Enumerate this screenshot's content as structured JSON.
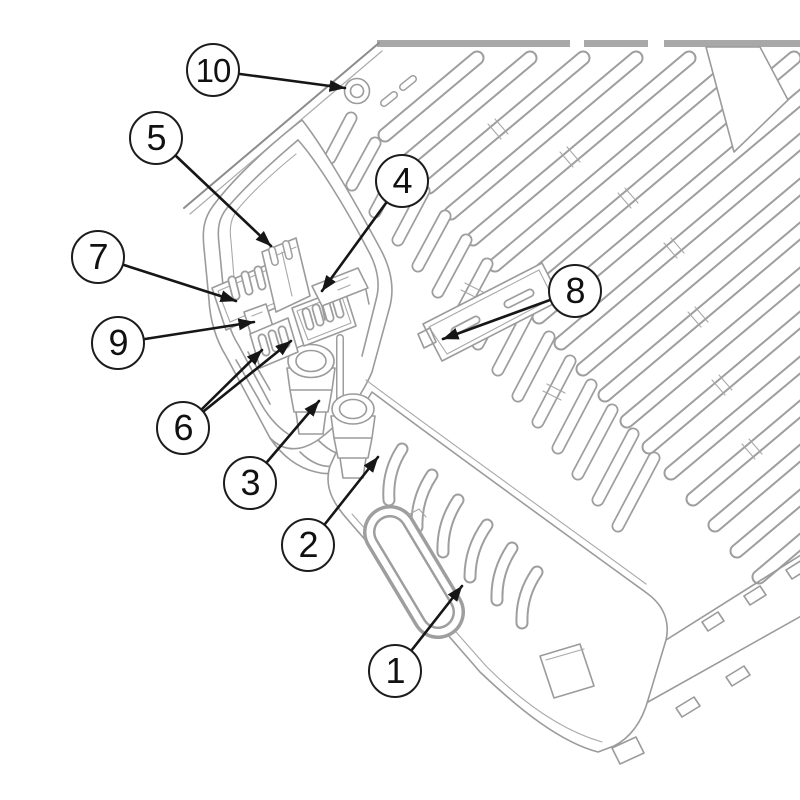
{
  "figure": {
    "type": "numbered-parts-callout-diagram",
    "subject": "isometric line drawing of finned electronic unit with connectors and cable glands",
    "callouts": [
      {
        "label": "1"
      },
      {
        "label": "2"
      },
      {
        "label": "3"
      },
      {
        "label": "4"
      },
      {
        "label": "5"
      },
      {
        "label": "6"
      },
      {
        "label": "7"
      },
      {
        "label": "8"
      },
      {
        "label": "9"
      },
      {
        "label": "10"
      }
    ]
  },
  "colors": {
    "background": "#ffffff",
    "line_art": "#9b9b9b",
    "top_bar": "#a8a8a8",
    "callout_stroke": "#1c1c1c",
    "callout_text": "#111111",
    "arrow": "#161616"
  }
}
